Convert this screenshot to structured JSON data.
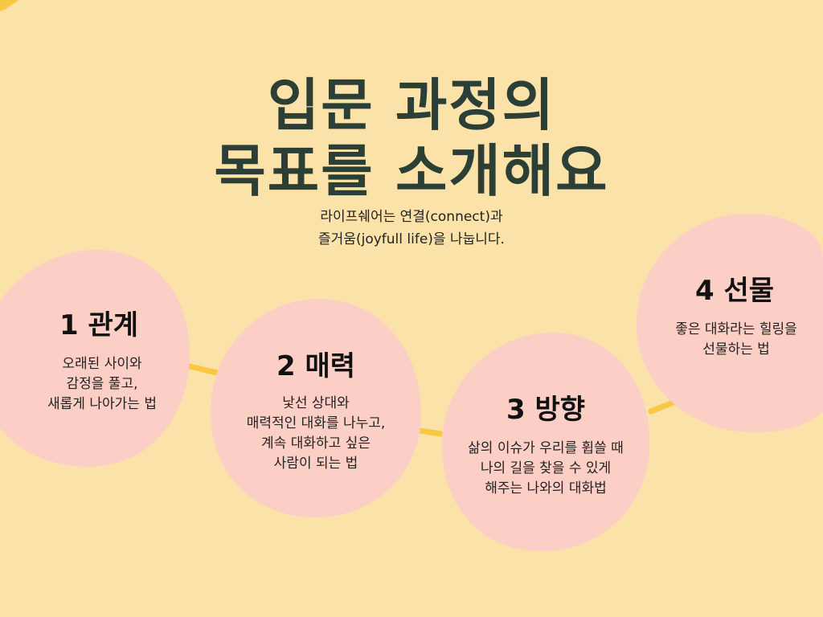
{
  "colors": {
    "background": "#FBE2A8",
    "blob": "#FCCFC6",
    "title": "#2B3F36",
    "connector": "#F9C843"
  },
  "title": {
    "line1": "입문 과정의",
    "line2": "목표를 소개해요"
  },
  "subtitle": {
    "line1": "라이프쉐어는 연결(connect)과",
    "line2": "즐거움(joyfull life)을 나눕니다."
  },
  "steps": [
    {
      "title": "1 관계",
      "desc": [
        "오래된 사이와",
        "감정을 풀고,",
        "새롭게 나아가는 법"
      ]
    },
    {
      "title": "2 매력",
      "desc": [
        "낯선 상대와",
        "매력적인 대화를 나누고,",
        "계속 대화하고 싶은",
        "사람이 되는 법"
      ]
    },
    {
      "title": "3 방향",
      "desc": [
        "삶의 이슈가 우리를 휩쓸 때",
        "나의 길을 찾을 수 있게",
        "해주는 나와의 대화법"
      ]
    },
    {
      "title": "4 선물",
      "desc": [
        "좋은 대화라는 힐링을",
        "선물하는 법"
      ]
    }
  ]
}
